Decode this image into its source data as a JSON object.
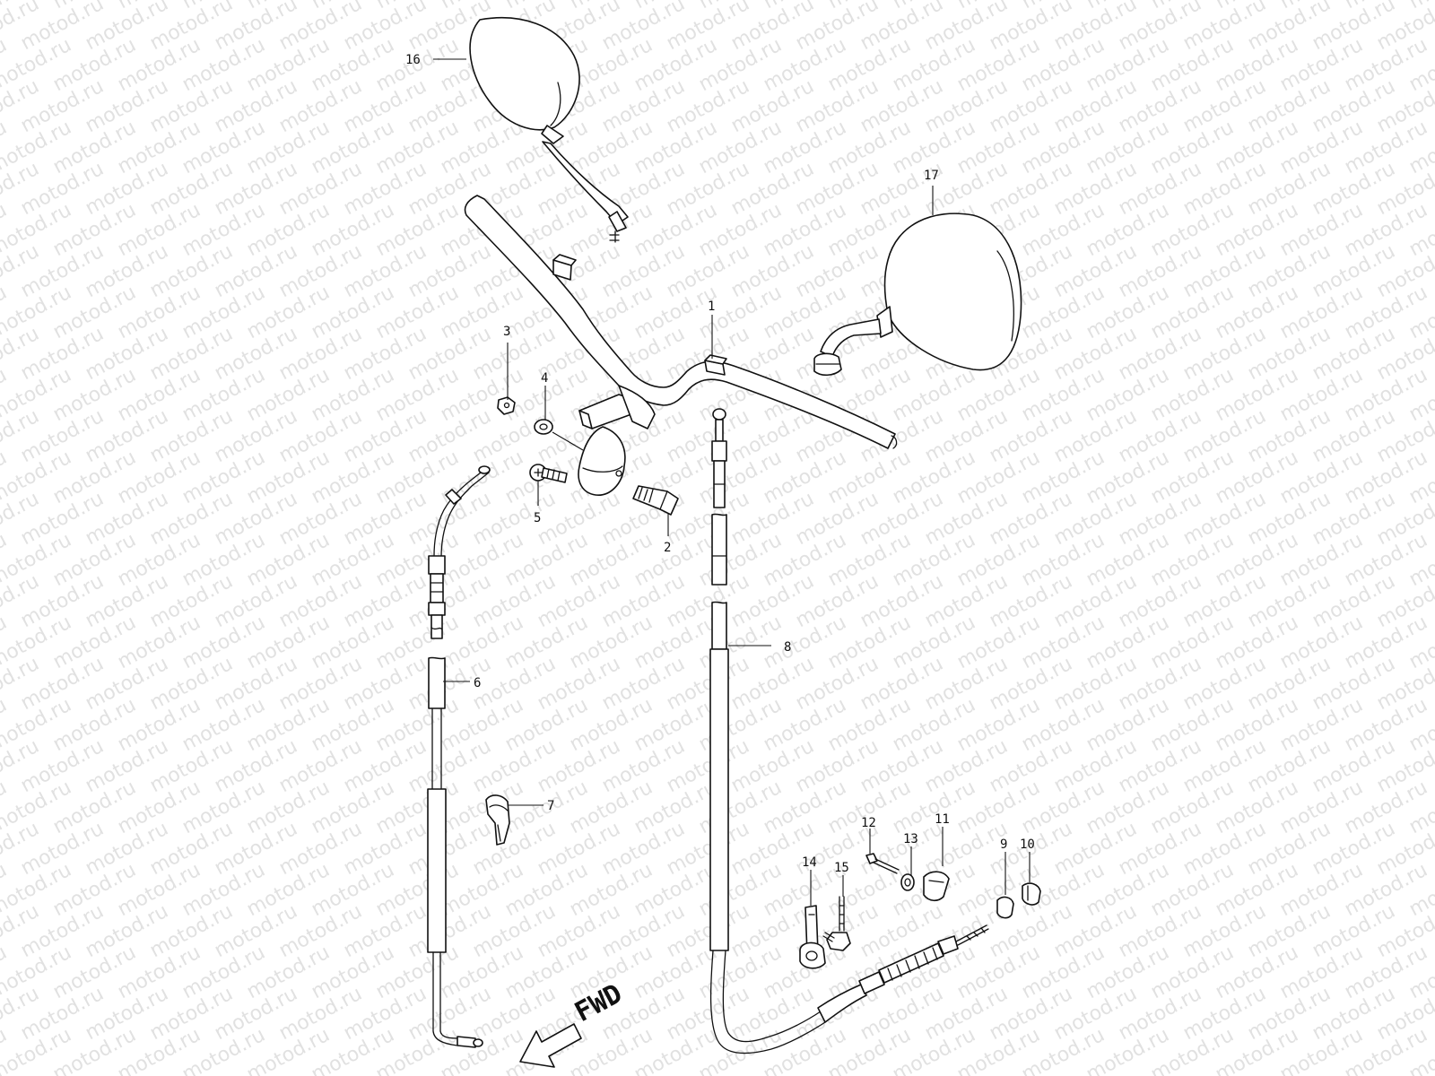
{
  "watermark": {
    "text": "motod.ru",
    "color": "#c8c8c8"
  },
  "direction_label": "FWD",
  "callouts": {
    "p1": "1",
    "p2": "2",
    "p3": "3",
    "p4": "4",
    "p5": "5",
    "p6": "6",
    "p7": "7",
    "p8": "8",
    "p9": "9",
    "p10": "10",
    "p11": "11",
    "p12": "12",
    "p13": "13",
    "p14": "14",
    "p15": "15",
    "p16": "16",
    "p17": "17"
  },
  "colors": {
    "line": "#111111",
    "background": "#ffffff"
  }
}
